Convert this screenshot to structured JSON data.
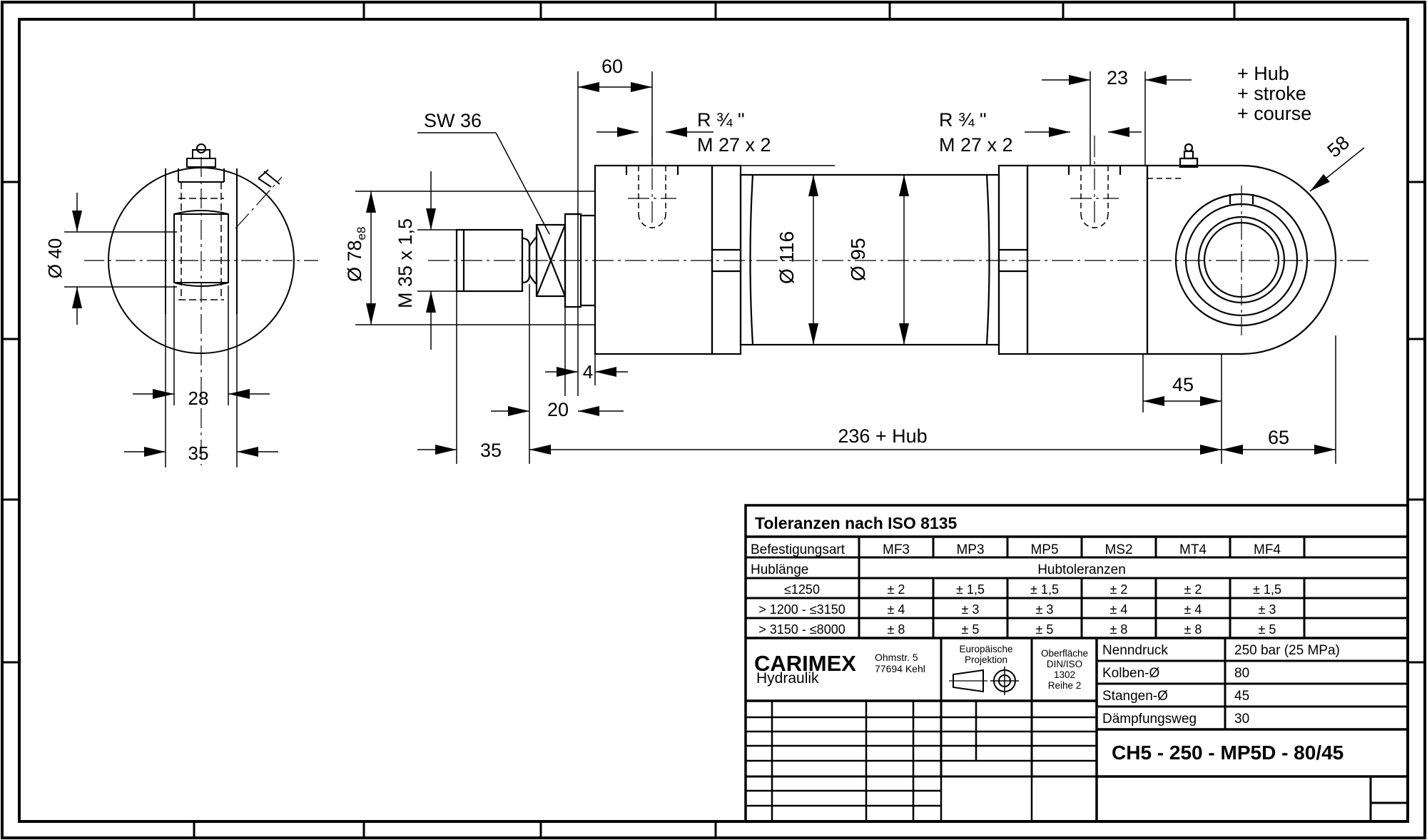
{
  "colors": {
    "ink": "#000000",
    "paper": "#ffffff"
  },
  "end_view": {
    "dia_label": "Ø 40",
    "dim_28": "28",
    "dim_35": "35"
  },
  "side_view": {
    "sw_label": "SW 36",
    "dia78_label": "Ø 78",
    "dia78_sub": "e8",
    "thread_rod": "M 35 x 1,5",
    "dim_60": "60",
    "port_left_r": "R ¾ \"",
    "port_left_m": "M 27 x 2",
    "port_right_r": "R ¾ \"",
    "port_right_m": "M 27 x 2",
    "dim_23": "23",
    "hub_lines": [
      "+ Hub",
      "+ stroke",
      "+ course"
    ],
    "radius_58": "58",
    "dia116": "Ø 116",
    "dia95": "Ø 95",
    "dim_4": "4",
    "dim_20": "20",
    "dim_35": "35",
    "dim_236": "236 + Hub",
    "dim_45": "45",
    "dim_65": "65"
  },
  "tolerance_table": {
    "title": "Toleranzen nach ISO 8135",
    "mount_header": "Befestigungsart",
    "mounts": [
      "MF3",
      "MP3",
      "MP5",
      "MS2",
      "MT4",
      "MF4"
    ],
    "stroke_header": "Hublänge",
    "tolerance_header": "Hubtoleranzen",
    "rows": [
      {
        "range": "≤1250",
        "values": [
          "± 2",
          "± 1,5",
          "± 1,5",
          "± 2",
          "± 2",
          "± 1,5"
        ]
      },
      {
        "range": "> 1200 - ≤3150",
        "values": [
          "± 4",
          "± 3",
          "± 3",
          "± 4",
          "± 4",
          "± 3"
        ]
      },
      {
        "range": "> 3150 - ≤8000",
        "values": [
          "± 8",
          "± 5",
          "± 5",
          "± 8",
          "± 8",
          "± 5"
        ]
      }
    ]
  },
  "title_block": {
    "company": "CARIMEX",
    "company_sub": "Hydraulik",
    "address_line1": "Ohmstr. 5",
    "address_line2": "77694 Kehl",
    "projection_line1": "Europäische",
    "projection_line2": "Projektion",
    "surface_lines": [
      "Oberfläche",
      "DIN/ISO",
      "1302",
      "Reihe 2"
    ],
    "specs": [
      {
        "label": "Nenndruck",
        "value": "250 bar (25 MPa)"
      },
      {
        "label": "Kolben-Ø",
        "value": "80"
      },
      {
        "label": "Stangen-Ø",
        "value": "45"
      },
      {
        "label": "Dämpfungsweg",
        "value": "30"
      }
    ],
    "part_number": "CH5 - 250 - MP5D - 80/45"
  }
}
